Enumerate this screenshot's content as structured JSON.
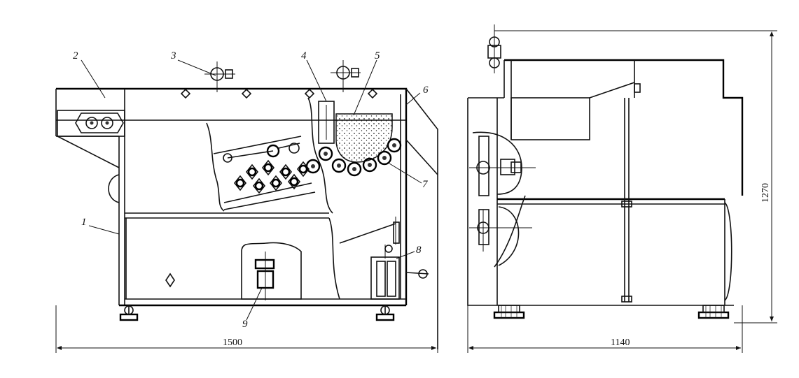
{
  "figure": {
    "callouts": [
      "1",
      "2",
      "3",
      "4",
      "5",
      "6",
      "7",
      "8",
      "9"
    ],
    "dimensions": {
      "front_width": "1500",
      "side_width": "1140",
      "side_height": "1270"
    }
  }
}
